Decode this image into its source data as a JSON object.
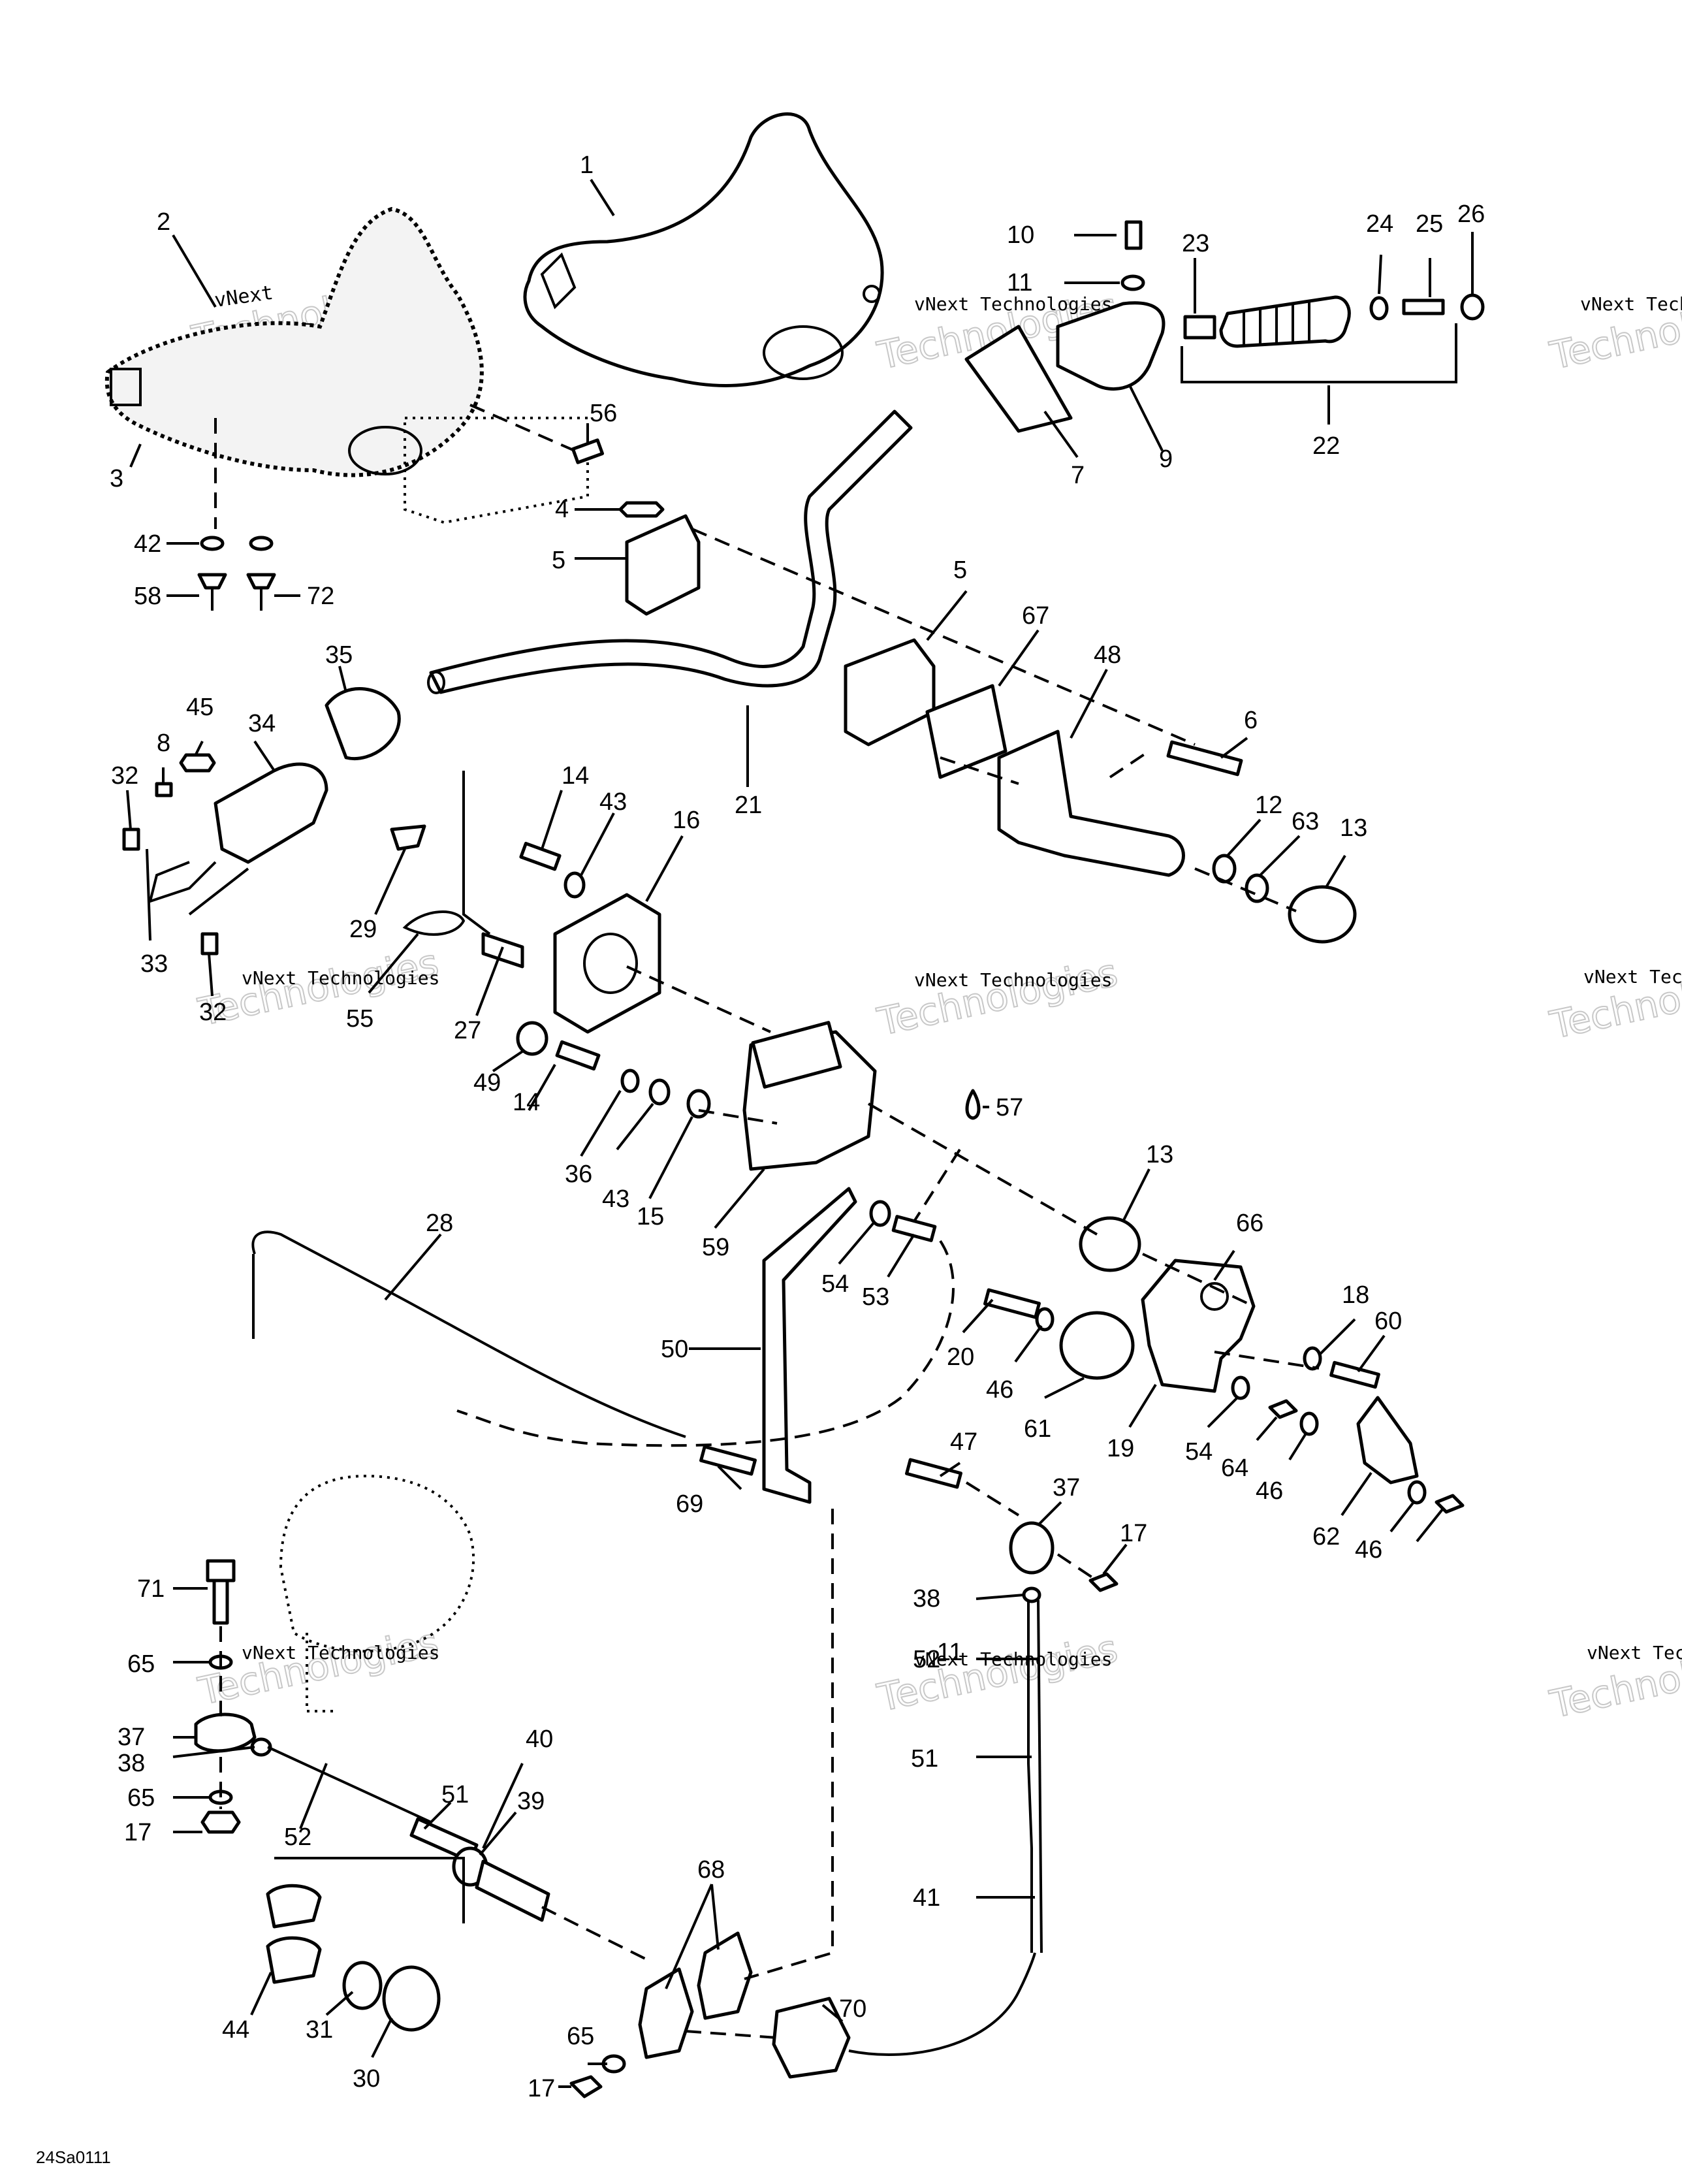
{
  "figure_code": "24Sa0111",
  "watermark": {
    "line1": "vNext Technologies",
    "line2": "Technologies"
  },
  "callouts": [
    "1",
    "2",
    "3",
    "4",
    "5",
    "6",
    "7",
    "8",
    "9",
    "10",
    "11",
    "12",
    "13",
    "14",
    "15",
    "16",
    "17",
    "18",
    "19",
    "20",
    "21",
    "22",
    "23",
    "24",
    "25",
    "26",
    "27",
    "28",
    "29",
    "30",
    "31",
    "32",
    "33",
    "34",
    "35",
    "36",
    "37",
    "38",
    "39",
    "40",
    "41",
    "42",
    "43",
    "44",
    "45",
    "46",
    "47",
    "48",
    "49",
    "50",
    "51",
    "52",
    "53",
    "54",
    "55",
    "56",
    "57",
    "58",
    "59",
    "60",
    "61",
    "62",
    "63",
    "64",
    "65",
    "66",
    "67",
    "68",
    "69",
    "70",
    "71",
    "72"
  ]
}
